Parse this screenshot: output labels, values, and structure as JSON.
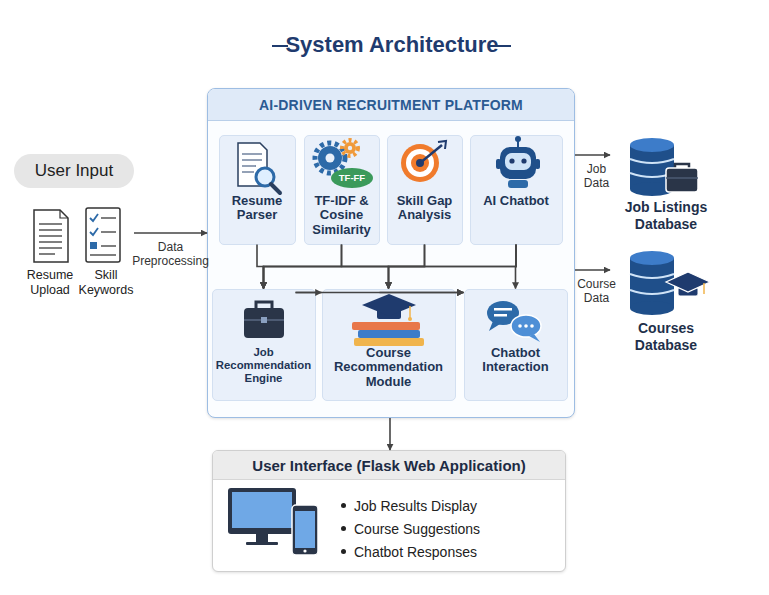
{
  "diagram": {
    "title": "System Architecture",
    "nodes": [
      {
        "text": [
          "User Input"
        ]
      },
      {
        "text": [
          "Resume Upload"
        ]
      },
      {
        "text": [
          "Skill Keywords"
        ]
      },
      {
        "text": [
          "AI-DRIVEN RECRUITMENT PLATFORM"
        ]
      },
      {
        "text": [
          "Resume Parser"
        ],
        "in": 3
      },
      {
        "text": [
          "TF-IDF & Cosine Similarity"
        ],
        "in": 3
      },
      {
        "text": [
          "Skill Gap Analysis"
        ],
        "in": 3
      },
      {
        "text": [
          "AI Chatbot"
        ],
        "in": 3
      },
      {
        "text": [
          "Job Recommendation Engine"
        ],
        "in": 3
      },
      {
        "text": [
          "Course Recommendation Module"
        ],
        "in": 3
      },
      {
        "text": [
          "Chatbot Interaction"
        ],
        "in": 3
      },
      {
        "text": [
          "Job Listings Database"
        ]
      },
      {
        "text": [
          "Courses Database"
        ]
      },
      {
        "text": [
          "User Interface (Flask Web Application)",
          "Job Results Display",
          "Course Suggestions",
          "Chatbot Responses"
        ]
      }
    ],
    "edges": [
      {
        "from": 2,
        "to": 3,
        "label": "Data Preprocessing",
        "arrow": "to"
      },
      {
        "from": 4,
        "to": 8,
        "arrow": "to"
      },
      {
        "from": 4,
        "to": 9,
        "arrow": "to"
      },
      {
        "from": 4,
        "to": 10,
        "arrow": "to"
      },
      {
        "from": 5,
        "to": 8,
        "arrow": "to"
      },
      {
        "from": 5,
        "to": 9,
        "arrow": "to"
      },
      {
        "from": 5,
        "to": 10,
        "arrow": "to"
      },
      {
        "from": 6,
        "to": 8,
        "arrow": "to"
      },
      {
        "from": 6,
        "to": 9,
        "arrow": "to"
      },
      {
        "from": 6,
        "to": 10,
        "arrow": "to"
      },
      {
        "from": 7,
        "to": 8,
        "arrow": "to"
      },
      {
        "from": 7,
        "to": 9,
        "arrow": "to"
      },
      {
        "from": 7,
        "to": 10,
        "arrow": "to"
      },
      {
        "from": 3,
        "to": 11,
        "label": "Job Data",
        "arrow": "to"
      },
      {
        "from": 3,
        "to": 12,
        "label": "Course Data",
        "arrow": "to"
      },
      {
        "from": 3,
        "to": 13,
        "arrow": "to"
      }
    ],
    "labels": [
      "TF-FF"
    ]
  }
}
